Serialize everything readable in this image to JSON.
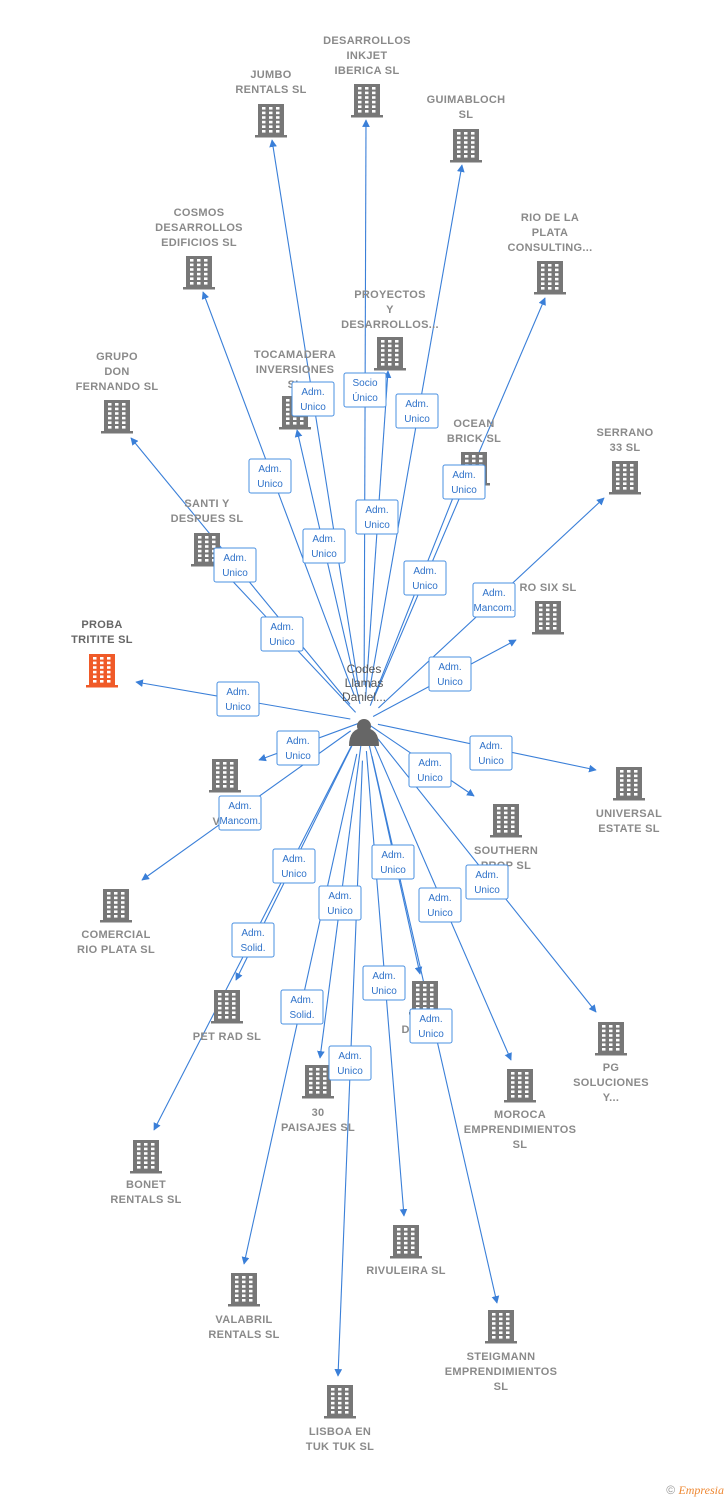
{
  "colors": {
    "edge": "#3a7fd8",
    "building": "#777777",
    "highlight": "#f05a28",
    "label": "#8a8a8a"
  },
  "center": {
    "label": [
      "Codes",
      "Llamas",
      "Daniel..."
    ]
  },
  "companies": [
    {
      "id": "jumbo",
      "label": [
        "JUMBO",
        "RENTALS  SL"
      ]
    },
    {
      "id": "inkjet",
      "label": [
        "DESARROLLOS",
        "INKJET",
        "IBERICA  SL"
      ]
    },
    {
      "id": "guimabloch",
      "label": [
        "GUIMABLOCH",
        "SL"
      ]
    },
    {
      "id": "cosmos",
      "label": [
        "COSMOS",
        "DESARROLLOS",
        "EDIFICIOS  SL"
      ]
    },
    {
      "id": "riodelaplata",
      "label": [
        "RIO DE LA",
        "PLATA",
        "CONSULTING..."
      ]
    },
    {
      "id": "proyectos",
      "label": [
        "PROYECTOS",
        "Y",
        "DESARROLLOS..."
      ]
    },
    {
      "id": "grupodon",
      "label": [
        "GRUPO",
        "DON",
        "FERNANDO  SL"
      ]
    },
    {
      "id": "tocamadera",
      "label": [
        "TOCAMADERA",
        "INVERSIONES",
        "SL"
      ]
    },
    {
      "id": "ocean",
      "label": [
        "OCEAN",
        "BRICK  SL"
      ]
    },
    {
      "id": "serrano",
      "label": [
        "SERRANO",
        "33  SL"
      ]
    },
    {
      "id": "santi",
      "label": [
        "SANTI Y",
        "DESPUES  SL"
      ]
    },
    {
      "id": "rosix",
      "label": [
        "RO SIX  SL"
      ]
    },
    {
      "id": "proba",
      "label": [
        "PROBA",
        "TRITITE  SL"
      ],
      "highlight": true
    },
    {
      "id": "cvill",
      "label": [
        "C",
        "VILL"
      ]
    },
    {
      "id": "universal",
      "label": [
        "UNIVERSAL",
        "ESTATE  SL"
      ]
    },
    {
      "id": "southern",
      "label": [
        "SOUTHERN",
        "PROP  SL"
      ]
    },
    {
      "id": "comercial",
      "label": [
        "COMERCIAL",
        "RIO PLATA  SL"
      ]
    },
    {
      "id": "petrad",
      "label": [
        "PET RAD  SL"
      ]
    },
    {
      "id": "delt",
      "label": [
        "DELT      SL"
      ]
    },
    {
      "id": "pg",
      "label": [
        "PG",
        "SOLUCIONES",
        "Y..."
      ]
    },
    {
      "id": "paisajes",
      "label": [
        "30",
        "PAISAJES  SL"
      ]
    },
    {
      "id": "moroca",
      "label": [
        "MOROCA",
        "EMPRENDIMIENTOS",
        "SL"
      ]
    },
    {
      "id": "bonet",
      "label": [
        "BONET",
        "RENTALS  SL"
      ]
    },
    {
      "id": "rivuleira",
      "label": [
        "RIVULEIRA  SL"
      ]
    },
    {
      "id": "valabril",
      "label": [
        "VALABRIL",
        "RENTALS  SL"
      ]
    },
    {
      "id": "steigmann",
      "label": [
        "STEIGMANN",
        "EMPRENDIMIENTOS",
        "SL"
      ]
    },
    {
      "id": "lisboa",
      "label": [
        "LISBOA EN",
        "TUK TUK  SL"
      ]
    }
  ],
  "relations": [
    {
      "to": "jumbo",
      "label": [
        "Adm.",
        "Unico"
      ]
    },
    {
      "to": "inkjet",
      "label": [
        "Adm.",
        "Unico"
      ]
    },
    {
      "to": "guimabloch",
      "label": [
        "Adm.",
        "Unico"
      ]
    },
    {
      "to": "cosmos",
      "label": [
        "Adm.",
        "Unico"
      ]
    },
    {
      "to": "riodelaplata",
      "label": [
        "Adm.",
        "Unico"
      ]
    },
    {
      "to": "proyectos",
      "label": [
        "Socio",
        "Único"
      ]
    },
    {
      "to": "grupodon",
      "label": [
        "Adm.",
        "Unico"
      ]
    },
    {
      "to": "tocamadera",
      "label": [
        "Adm.",
        "Unico"
      ]
    },
    {
      "to": "ocean",
      "label": [
        "Adm.",
        "Unico"
      ]
    },
    {
      "to": "serrano",
      "label": [
        "Adm.",
        "Mancom."
      ]
    },
    {
      "to": "santi",
      "label": [
        "Adm.",
        "Unico"
      ]
    },
    {
      "to": "rosix",
      "label": [
        "Adm.",
        "Unico"
      ]
    },
    {
      "to": "proba",
      "label": [
        "Adm.",
        "Unico"
      ]
    },
    {
      "to": "cvill",
      "label": [
        "Adm.",
        "Unico"
      ]
    },
    {
      "to": "universal",
      "label": [
        "Adm.",
        "Unico"
      ]
    },
    {
      "to": "southern",
      "label": [
        "Adm.",
        "Unico"
      ]
    },
    {
      "to": "comercial",
      "label": [
        "Adm.",
        "Mancom."
      ]
    },
    {
      "to": "petrad",
      "label": [
        "Adm.",
        "Unico"
      ]
    },
    {
      "to": "delt",
      "label": [
        "Adm.",
        "Unico"
      ]
    },
    {
      "to": "pg",
      "label": [
        "Adm.",
        "Unico"
      ]
    },
    {
      "to": "paisajes",
      "label": [
        "Adm.",
        "Unico"
      ]
    },
    {
      "to": "moroca",
      "label": [
        "Adm.",
        "Unico"
      ]
    },
    {
      "to": "bonet",
      "label": [
        "Adm.",
        "Solid."
      ]
    },
    {
      "to": "rivuleira",
      "label": [
        "Adm.",
        "Unico"
      ]
    },
    {
      "to": "valabril",
      "label": [
        "Adm.",
        "Solid."
      ]
    },
    {
      "to": "steigmann",
      "label": [
        "Adm.",
        "Unico"
      ]
    },
    {
      "to": "lisboa",
      "label": [
        "Adm.",
        "Unico"
      ]
    }
  ],
  "footer": {
    "copyright": "©",
    "brand": "Empresia"
  }
}
